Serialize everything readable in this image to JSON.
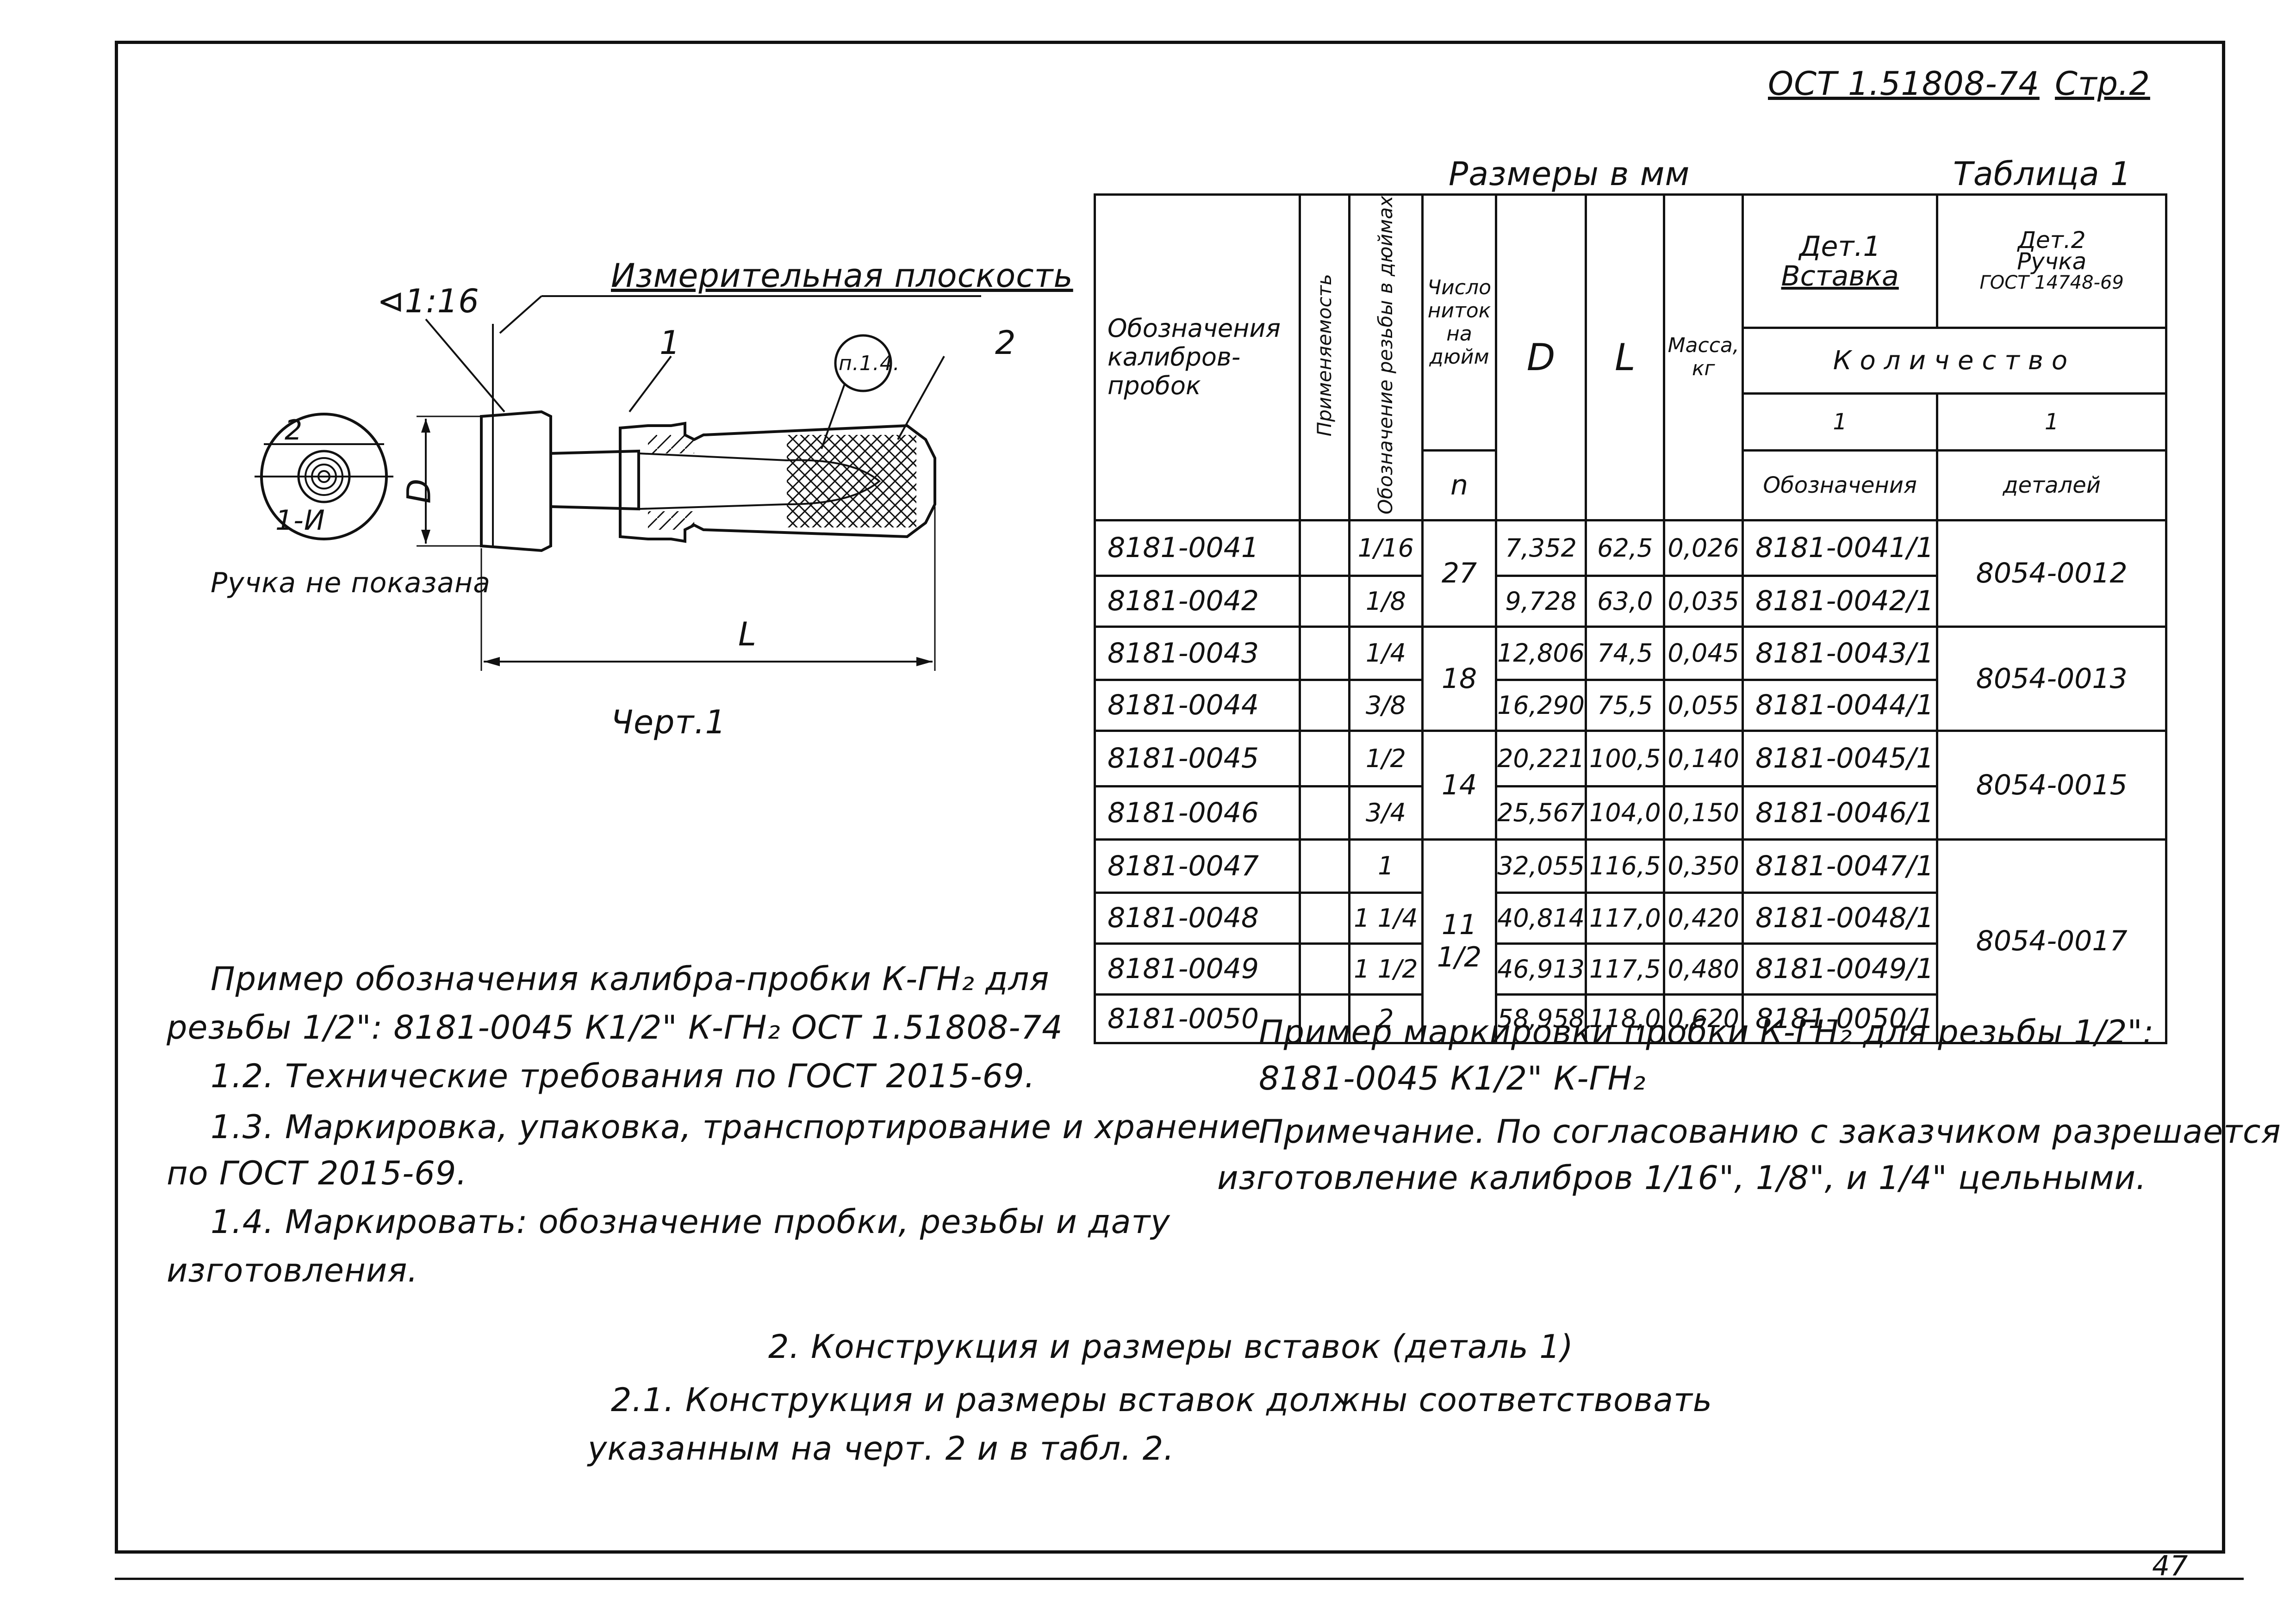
{
  "header": {
    "standard": "ОСТ 1.51808-74",
    "page": "Стр.2"
  },
  "drawing": {
    "taper_label": "⊲1:16",
    "measuring_plane_label": "Измерительная плоскость",
    "part1_label": "1",
    "part2_label": "2",
    "clause_ref": "п.1.4.",
    "end_mark_top": "2",
    "end_mark_bottom": "1-И",
    "dimension_d": "D",
    "dimension_l": "L",
    "handle_note": "Ручка не показана",
    "caption": "Черт.1"
  },
  "table1": {
    "units": "Размеры в мм",
    "title": "Таблица 1",
    "headers": {
      "designation": "Обозначения калибров-пробок",
      "applicability": "Применяемость",
      "thread_designation": "Обозначение резьбы в дюймах",
      "threads_per_inch": "Число ниток на дюйм",
      "threads_sym": "n",
      "d": "D",
      "l": "L",
      "mass": "Масса, кг",
      "det1": "Дет.1",
      "det1_name": "Вставка",
      "det2": "Дет.2",
      "det2_name": "Ручка",
      "det2_std": "ГОСТ 14748-69",
      "quantity": "Количество",
      "qty1": "1",
      "qty2": "1",
      "designation_of": "Обозначения",
      "parts": "деталей"
    },
    "rows": [
      {
        "code": "8181-0041",
        "thread": "1/16",
        "d": "7,352",
        "l": "62,5",
        "mass": "0,026",
        "det1": "8181-0041/1"
      },
      {
        "code": "8181-0042",
        "thread": "1/8",
        "d": "9,728",
        "l": "63,0",
        "mass": "0,035",
        "det1": "8181-0042/1"
      },
      {
        "code": "8181-0043",
        "thread": "1/4",
        "d": "12,806",
        "l": "74,5",
        "mass": "0,045",
        "det1": "8181-0043/1"
      },
      {
        "code": "8181-0044",
        "thread": "3/8",
        "d": "16,290",
        "l": "75,5",
        "mass": "0,055",
        "det1": "8181-0044/1"
      },
      {
        "code": "8181-0045",
        "thread": "1/2",
        "d": "20,221",
        "l": "100,5",
        "mass": "0,140",
        "det1": "8181-0045/1"
      },
      {
        "code": "8181-0046",
        "thread": "3/4",
        "d": "25,567",
        "l": "104,0",
        "mass": "0,150",
        "det1": "8181-0046/1"
      },
      {
        "code": "8181-0047",
        "thread": "1",
        "d": "32,055",
        "l": "116,5",
        "mass": "0,350",
        "det1": "8181-0047/1"
      },
      {
        "code": "8181-0048",
        "thread": "1 1/4",
        "d": "40,814",
        "l": "117,0",
        "mass": "0,420",
        "det1": "8181-0048/1"
      },
      {
        "code": "8181-0049",
        "thread": "1 1/2",
        "d": "46,913",
        "l": "117,5",
        "mass": "0,480",
        "det1": "8181-0049/1"
      },
      {
        "code": "8181-0050",
        "thread": "2",
        "d": "58,958",
        "l": "118,0",
        "mass": "0,620",
        "det1": "8181-0050/1"
      }
    ],
    "n_groups": [
      "27",
      "18",
      "14",
      "11 1/2"
    ],
    "det2_groups": [
      "8054-0012",
      "8054-0013",
      "8054-0015",
      "8054-0017"
    ]
  },
  "text": {
    "example_line1": "Пример обозначения калибра-пробки К-ГН₂ для",
    "example_line2": "резьбы 1/2\": 8181-0045 К1/2\" К-ГН₂ ОСТ 1.51808-74",
    "req_1_2": "1.2. Технические требования по ГОСТ 2015-69.",
    "req_1_3a": "1.3. Маркировка, упаковка, транспортирование и хранение",
    "req_1_3b": "по ГОСТ 2015-69.",
    "req_1_4a": "1.4. Маркировать: обозначение пробки, резьбы и дату",
    "req_1_4b": "изготовления.",
    "marking_line1": "Пример маркировки пробки К-ГН₂ для резьбы 1/2\":",
    "marking_line2": "8181-0045   К1/2\"   К-ГН₂",
    "note_line1": "Примечание. По согласованию с заказчиком разрешается",
    "note_line2": "изготовление калибров 1/16\", 1/8\", и 1/4\" цельными.",
    "section2_title": "2. Конструкция и размеры вставок (деталь 1)",
    "section2_1a": "2.1. Конструкция и размеры вставок должны соответствовать",
    "section2_1b": "указанным на черт. 2 и в табл. 2.",
    "page_number": "47"
  }
}
